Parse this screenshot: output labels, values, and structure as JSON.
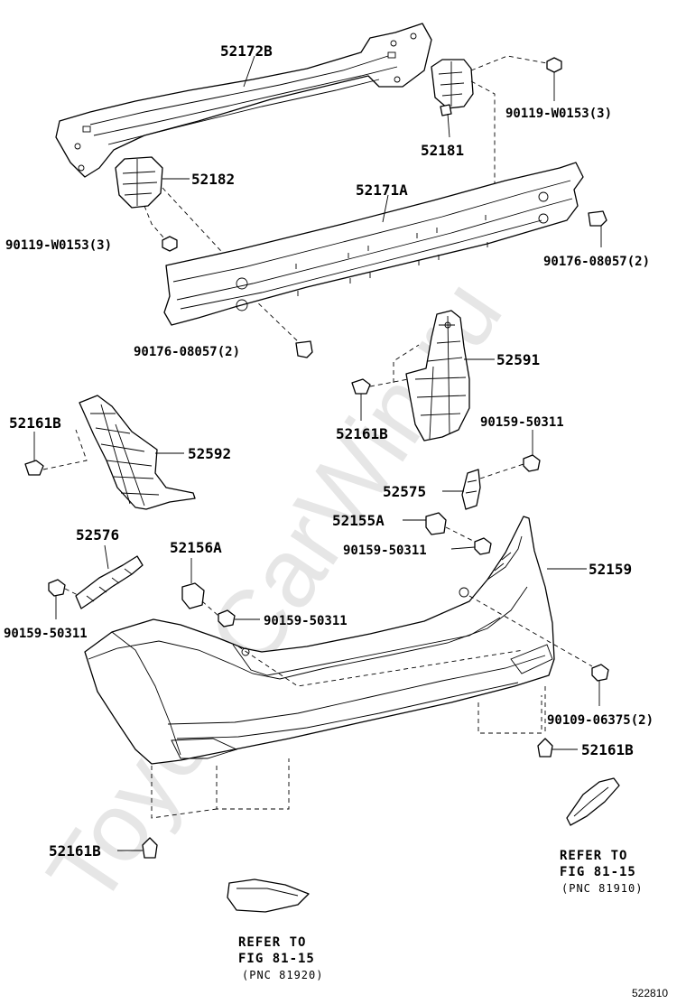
{
  "watermark": "ToyotaCarWin.ru",
  "diagram_code": "522810",
  "labels": {
    "p52172B": "52172B",
    "p52181": "52181",
    "p52182": "52182",
    "p52171A": "52171A",
    "b90119_right": "90119-W0153(3)",
    "b90119_left": "90119-W0153(3)",
    "c90176_right": "90176-08057(2)",
    "c90176_left": "90176-08057(2)",
    "p52591": "52591",
    "p52161B_mid": "52161B",
    "p52161B_left": "52161B",
    "p52592": "52592",
    "s90159_a": "90159-50311",
    "p52575": "52575",
    "p52155A": "52155A",
    "s90159_b": "90159-50311",
    "p52576": "52576",
    "p52156A": "52156A",
    "p52159": "52159",
    "s90159_c": "90159-50311",
    "s90159_d": "90159-50311",
    "s90109": "90109-06375(2)",
    "p52161B_right": "52161B",
    "p52161B_bottom": "52161B"
  },
  "refs": {
    "right": {
      "line1": "REFER TO",
      "line2": "FIG 81-15",
      "line3": "(PNC 81910)"
    },
    "bottom": {
      "line1": "REFER TO",
      "line2": "FIG 81-15",
      "line3": "(PNC 81920)"
    }
  }
}
